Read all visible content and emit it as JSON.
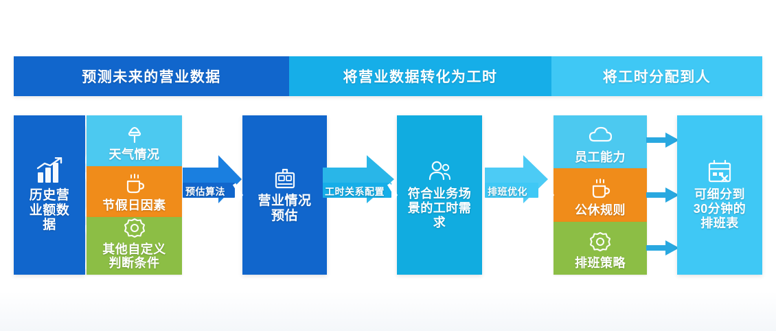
{
  "header": {
    "segments": [
      {
        "label": "预测未来的营业数据",
        "color": "#1166cc"
      },
      {
        "label": "将营业数据转化为工时",
        "color": "#16aee8"
      },
      {
        "label": "将工时分配到人",
        "color": "#3fc8f5"
      }
    ]
  },
  "stage1": {
    "main": {
      "label": "历史营\n业额数\n据",
      "icon": "bar-chart-growth-icon",
      "color": "#1166cc"
    },
    "factors": [
      {
        "label": "天气情况",
        "icon": "weather-icon",
        "color": "#4cc9f0"
      },
      {
        "label": "节假日因素",
        "icon": "coffee-cup-icon",
        "color": "#f08c1a"
      },
      {
        "label": "其他自定义\n判断条件",
        "icon": "gear-icon",
        "color": "#8cbe45"
      }
    ]
  },
  "connector1": {
    "label": "预估算法",
    "color": "#1166cc"
  },
  "stage2": {
    "main": {
      "label": "营业情况\n预估",
      "icon": "storefront-icon",
      "color": "#1166cc"
    }
  },
  "connector2": {
    "label": "工时关系配置",
    "color": "#16aee8"
  },
  "stage3": {
    "main": {
      "label": "符合业务场\n景的工时需\n求",
      "icon": "people-icon",
      "color": "#11ace0"
    }
  },
  "connector3": {
    "label": "排班优化",
    "color": "#3fc8f5"
  },
  "stage4": {
    "factors": [
      {
        "label": "员工能力",
        "icon": "cloud-icon",
        "color": "#4cc9f0"
      },
      {
        "label": "公休规则",
        "icon": "coffee-cup-icon",
        "color": "#f08c1a"
      },
      {
        "label": "排班策略",
        "icon": "gear-icon",
        "color": "#8cbe45"
      }
    ]
  },
  "stage5": {
    "main": {
      "label": "可细分到\n30分钟的\n排班表",
      "icon": "calendar-icon",
      "color": "#3fc8f5"
    }
  },
  "link_arrows": {
    "count": 3,
    "color": "#29a8e0"
  }
}
